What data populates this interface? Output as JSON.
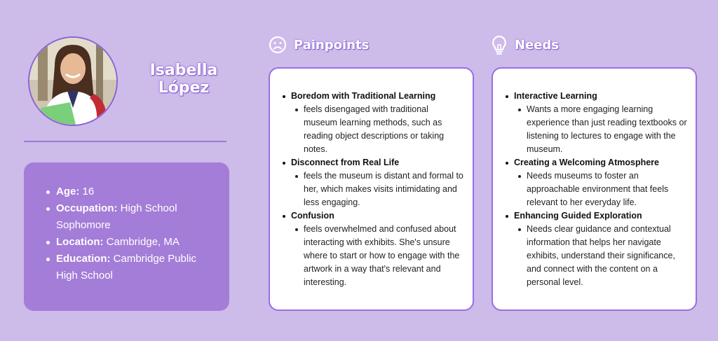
{
  "profile": {
    "name_first": "Isabella",
    "name_last": "López",
    "details": [
      {
        "label": "Age:",
        "value": " 16"
      },
      {
        "label": "Occupation:",
        "value": " High School Sophomore"
      },
      {
        "label": "Location:",
        "value": " Cambridge, MA"
      },
      {
        "label": "Education:",
        "value": " Cambridge Public High School"
      }
    ]
  },
  "painpoints": {
    "title": "Painpoints",
    "icon": "sad-face-icon",
    "items": [
      {
        "topic": "Boredom with Traditional Learning",
        "detail": "feels disengaged with traditional museum learning methods, such as reading object descriptions or taking notes."
      },
      {
        "topic": "Disconnect from Real Life",
        "detail": "feels the museum is distant and formal to her, which makes visits intimidating and less engaging."
      },
      {
        "topic": "Confusion",
        "detail": "feels overwhelmed and confused about interacting with exhibits. She's unsure where to start or how to engage with the artwork in a way that's relevant and interesting."
      }
    ]
  },
  "needs": {
    "title": "Needs",
    "icon": "lightbulb-icon",
    "items": [
      {
        "topic": "Interactive Learning",
        "detail": "Wants a more engaging learning experience than just reading textbooks or listening to lectures to engage with the museum."
      },
      {
        "topic": "Creating a Welcoming Atmosphere",
        "detail": "Needs museums to foster an approachable environment that feels relevant to her everyday life."
      },
      {
        "topic": "Enhancing Guided Exploration",
        "detail": "Needs clear guidance and contextual information that helps her navigate exhibits, understand their significance, and connect with the content on a personal level."
      }
    ]
  },
  "colors": {
    "background": "#cdbbea",
    "accent": "#9a6fe0",
    "info_card": "#a47dd8"
  }
}
